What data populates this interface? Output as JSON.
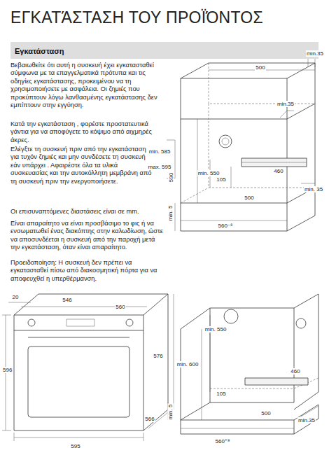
{
  "diagram": {
    "title": "ΕΓΚΑΤΆΣΤΑΣΗ ΤΟΥ ΠΡΟΪΌΝΤΟΣ",
    "nodes": [
      {
        "text": [
          "Εγκατάσταση"
        ]
      }
    ],
    "labels": [
      "Βεβαιωθείτε ότι αυτή η συσκευή έχει εγκατασταθεί σύμφωνα με τα επαγγελματικά πρότυπα και τις οδηγίες εγκατάστασης, προκειμένου να τη χρησιμοποιήσετε με ασφάλεια. Οι ζημιές που προκύπτουν λόγω λανθασμένης εγκατάστασης δεν εμπίπτουν στην εγγύηση.",
      "Κατά την εγκατάσταση , φορέστε προστατευτικά γάντια για να αποφύγετε το κόψιμο από αιχμηρές άκρες.",
      "Ελέγξτε τη συσκευή πριν από την εγκατάσταση για τυχόν ζημιές και μην συνδέσετε τη συσκευή εάν υπάρχει . Αφαιρέστε όλα τα υλικά συσκευασίας και την αυτοκόλλητη μεμβράνη από τη συσκευή πριν την ενεργοποιήσετε.",
      "Οι επισυναπτόμενες διαστάσεις είναι σε mm.",
      "Είναι απαραίτητο να είναι προσβάσιμο το φις ή να ενσωματωθεί ένας διακόπτης στην καλωδίωση, ώστε να αποσυνδέεται η συσκευή από την παροχή μετά την εγκατάσταση, όταν είναι απαραίτητο.",
      "Προειδοποίηση: Η συσκευή δεν πρέπει να εγκατασταθεί πίσω από διακοσμητική πόρτα για να αποφευχθεί η υπερθέρμανση.",
      "500",
      "min.35",
      "min.35",
      "min. 585",
      "max. 595",
      "590",
      "min. 550",
      "460",
      "105",
      "500",
      "min. 35",
      "min. 5",
      "560⁻⁸",
      "20",
      "546",
      "560",
      "596",
      "576",
      "595",
      "566",
      "min. 550",
      "min. 600",
      "460",
      "105",
      "min. 5",
      "560⁺⁸",
      "500",
      "min.35"
    ]
  }
}
